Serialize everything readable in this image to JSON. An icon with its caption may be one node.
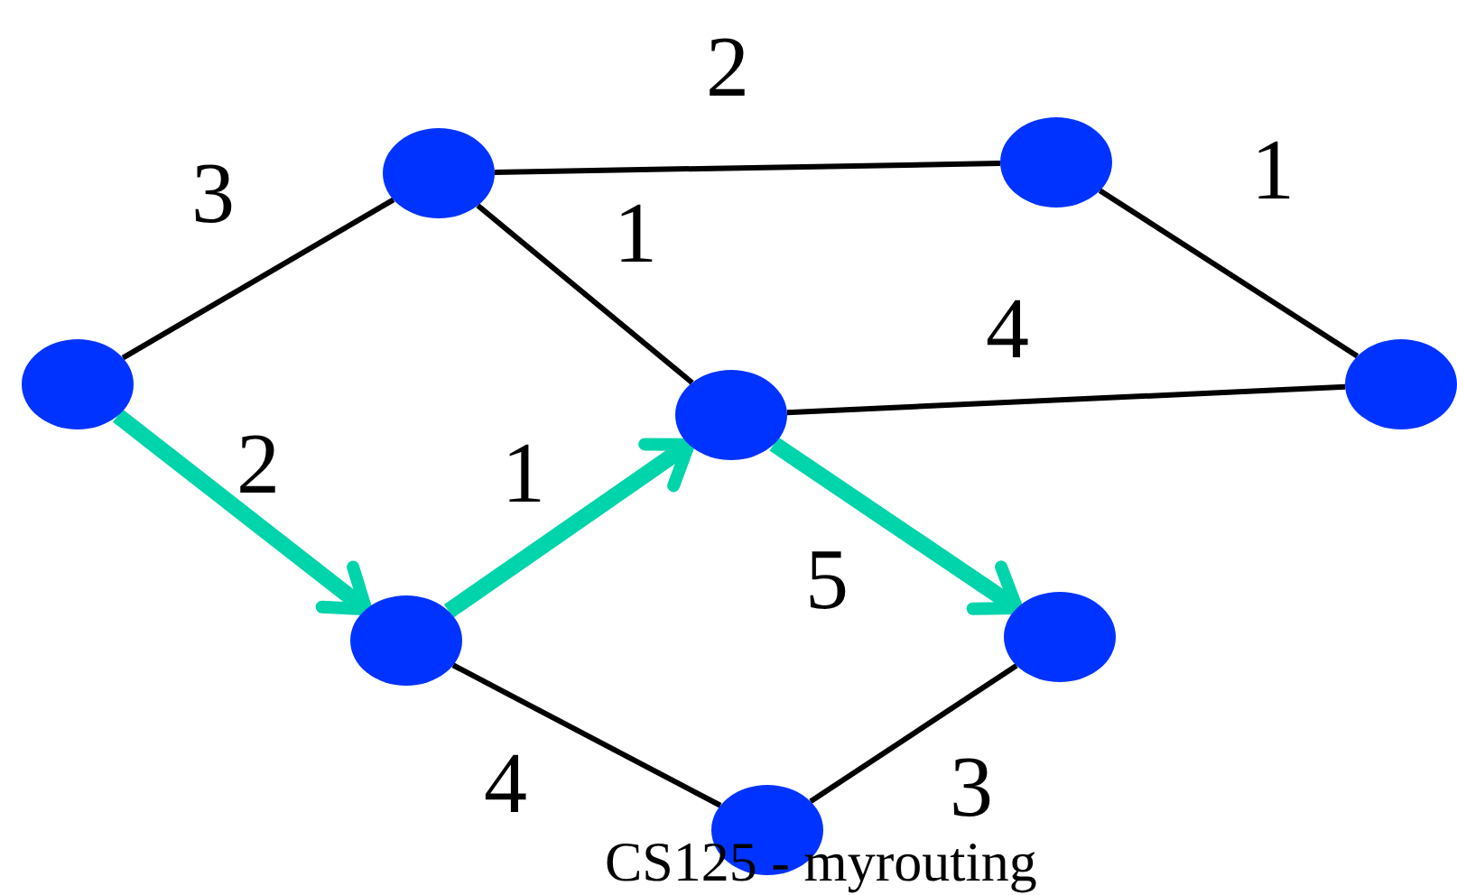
{
  "diagram": {
    "caption": "CS125 - myrouting",
    "nodes": [
      {
        "text": [],
        "shape": "circle"
      },
      {
        "text": [],
        "shape": "circle"
      },
      {
        "text": [],
        "shape": "circle"
      },
      {
        "text": [],
        "shape": "circle"
      },
      {
        "text": [],
        "shape": "circle"
      },
      {
        "text": [],
        "shape": "circle"
      },
      {
        "text": [],
        "shape": "circle"
      },
      {
        "text": [],
        "shape": "circle"
      }
    ],
    "edges": [
      {
        "from": 0,
        "to": 1,
        "arrow": "none",
        "label": "3"
      },
      {
        "from": 1,
        "to": 2,
        "arrow": "none",
        "label": "2"
      },
      {
        "from": 2,
        "to": 3,
        "arrow": "none",
        "label": "1"
      },
      {
        "from": 1,
        "to": 4,
        "arrow": "none",
        "label": "1"
      },
      {
        "from": 4,
        "to": 3,
        "arrow": "none",
        "label": "4"
      },
      {
        "from": 0,
        "to": 5,
        "arrow": "to",
        "label": "2",
        "style": "thick",
        "color": "#00d4aa"
      },
      {
        "from": 5,
        "to": 4,
        "arrow": "to",
        "label": "1",
        "style": "thick",
        "color": "#00d4aa"
      },
      {
        "from": 4,
        "to": 6,
        "arrow": "to",
        "label": "5",
        "style": "thick",
        "color": "#00d4aa"
      },
      {
        "from": 5,
        "to": 7,
        "arrow": "none",
        "label": "4"
      },
      {
        "from": 7,
        "to": 6,
        "arrow": "none",
        "label": "3"
      }
    ]
  }
}
